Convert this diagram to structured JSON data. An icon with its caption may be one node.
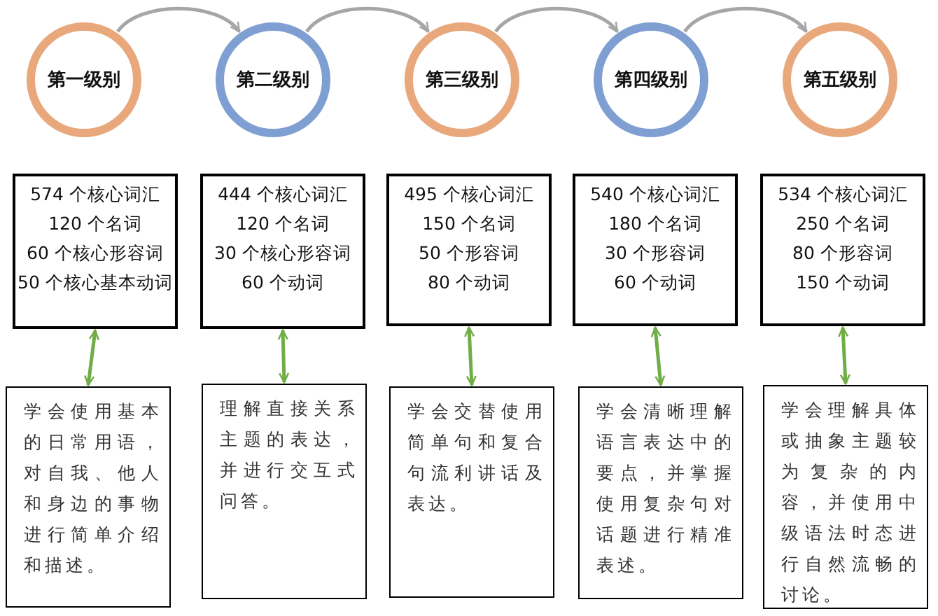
{
  "diagram": {
    "nodes": [
      {
        "text": [
          "第一级别"
        ]
      },
      {
        "text": [
          "第二级别"
        ]
      },
      {
        "text": [
          "第三级别"
        ]
      },
      {
        "text": [
          "第四级别"
        ]
      },
      {
        "text": [
          "第五级别"
        ]
      },
      {
        "text": [
          "574 个核心词汇",
          "120 个名词",
          "60 个核心形容词",
          "50 个核心基本动词"
        ]
      },
      {
        "text": [
          "444 个核心词汇",
          "120 个名词",
          "30 个核心形容词",
          "60 个动词"
        ]
      },
      {
        "text": [
          "495 个核心词汇",
          "150 个名词",
          "50 个形容词",
          "80 个动词"
        ]
      },
      {
        "text": [
          "540 个核心词汇",
          "180 个名词",
          "30 个形容词",
          "60 个动词"
        ]
      },
      {
        "text": [
          "534 个核心词汇",
          "250 个名词",
          "80 个形容词",
          "150 个动词"
        ]
      },
      {
        "text": [
          "学会使用基本的日常用语，对自我、他人和身边的事物进行简单介绍和描述。"
        ]
      },
      {
        "text": [
          "理解直接关系主题的表达，并进行交互式问答。"
        ]
      },
      {
        "text": [
          "学会交替使用简单句和复合句流利讲话及表达。"
        ]
      },
      {
        "text": [
          "学会清晰理解语言表达中的要点，并掌握使用复杂句对话题进行精准表述。"
        ]
      },
      {
        "text": [
          "学会理解具体或抽象主题较为复杂的内容，并使用中级语法时态进行自然流畅的讨论。"
        ]
      }
    ],
    "edges": [
      {
        "from": 0,
        "to": 1,
        "arrow": "to",
        "color": "#a6a6a6"
      },
      {
        "from": 1,
        "to": 2,
        "arrow": "to",
        "color": "#a6a6a6"
      },
      {
        "from": 2,
        "to": 3,
        "arrow": "to",
        "color": "#a6a6a6"
      },
      {
        "from": 3,
        "to": 4,
        "arrow": "to",
        "color": "#a6a6a6"
      },
      {
        "from": 5,
        "to": 10,
        "arrow": "both"
      },
      {
        "from": 6,
        "to": 11,
        "arrow": "both"
      },
      {
        "from": 7,
        "to": 12,
        "arrow": "both"
      },
      {
        "from": 8,
        "to": 13,
        "arrow": "both"
      },
      {
        "from": 9,
        "to": 14,
        "arrow": "both"
      }
    ]
  }
}
